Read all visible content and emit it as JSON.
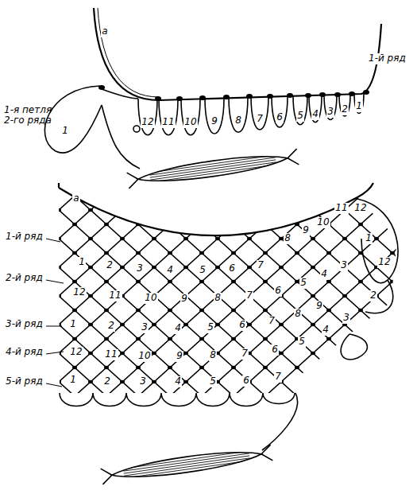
{
  "diagram": {
    "labels": [
      "а",
      "1-й ряд",
      "1-я петля 2-го ряда",
      "1",
      "12",
      "11",
      "10",
      "9",
      "8",
      "7",
      "6",
      "5",
      "4",
      "3",
      "2",
      "1",
      "а",
      "1-й ряд",
      "2-й ряд",
      "3-й ряд",
      "4-й ряд",
      "5-й ряд",
      "1",
      "2",
      "3",
      "4",
      "5",
      "6",
      "7",
      "8",
      "9",
      "10",
      "11",
      "12",
      "1",
      "12",
      "12",
      "11",
      "10",
      "9",
      "8",
      "7",
      "6",
      "5",
      "4",
      "3",
      "2",
      "1",
      "2",
      "3",
      "4",
      "5",
      "6",
      "7",
      "8",
      "9",
      "12",
      "11",
      "10",
      "9",
      "8",
      "7",
      "6",
      "5",
      "4",
      "3",
      "1",
      "2",
      "3",
      "4",
      "5",
      "6",
      "7"
    ]
  }
}
